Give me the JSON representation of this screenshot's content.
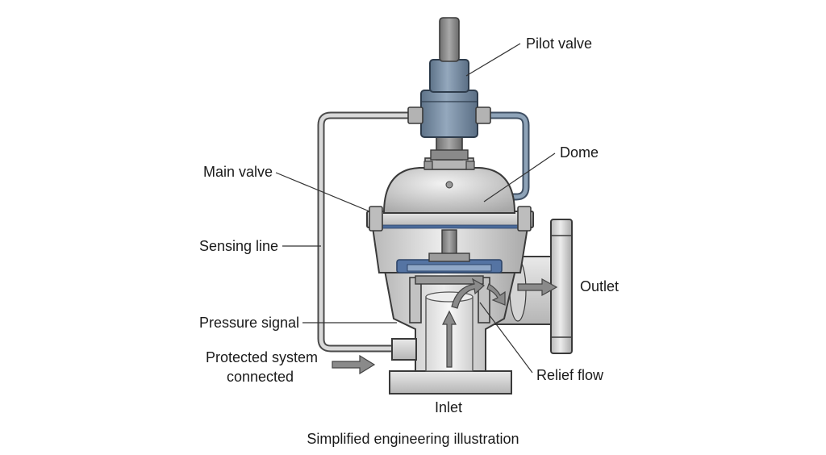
{
  "labels": {
    "pilot_valve": "Pilot valve",
    "dome": "Dome",
    "main_valve": "Main valve",
    "sensing_line": "Sensing line",
    "outlet": "Outlet",
    "pressure_signal": "Pressure signal",
    "protected_system_line1": "Protected system",
    "protected_system_line2": "connected",
    "relief_flow": "Relief flow",
    "inlet": "Inlet"
  },
  "caption": "Simplified engineering illustration",
  "colors": {
    "metal_light": "#e6e6e6",
    "metal_mid": "#c8c8c8",
    "metal_dark": "#9a9a9a",
    "pilot_blue": "#7f93a8",
    "pilot_blue_dark": "#5d7086",
    "diaphragm_blue": "#4a6a9a",
    "arrow_gray": "#8a8a8a"
  }
}
